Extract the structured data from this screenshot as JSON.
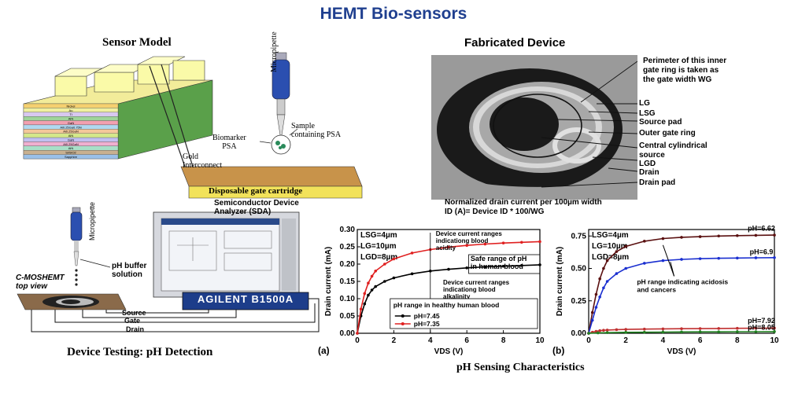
{
  "title": "HEMT Bio-sensors",
  "sensor_model": {
    "heading": "Sensor Model",
    "layers": [
      "Nickel",
      "Au",
      "Ti",
      "AlN",
      "GaN",
      "Al0.25Ga0.75N",
      "Al0.25GaN",
      "AlN",
      "GaN",
      "Al0.25GaN",
      "AlN",
      "Si/SiO2",
      "Sapphire"
    ],
    "pipette_label": "Micropipette",
    "biomarker": "Biomarker\nPSA",
    "sample": "Sample\ncontaining PSA",
    "gold": "Gold\nInterconnect",
    "cartridge": "Disposable gate cartridge"
  },
  "fabricated": {
    "heading": "Fabricated Device",
    "callouts": [
      "Perimeter of this inner gate ring is taken as the gate width WG",
      "LG",
      "LSG",
      "Source pad",
      "Outer gate ring",
      "Central cylindrical source",
      "LGD",
      "Drain",
      "Drain pad"
    ],
    "norm_line1": "Normalized drain current per 100µm width",
    "norm_line2": "ID (A)= Device ID * 100/WG"
  },
  "testing": {
    "heading": "Device Testing: pH Detection",
    "sda_label": "Semiconductor Device\nAnalyzer (SDA)",
    "agilent": "AGILENT B1500A",
    "pipette_label": "Micropipette",
    "buffer": "pH buffer\nsolution",
    "cmos": "C-MOSHEMT\ntop view",
    "wires": [
      "Source",
      "Gate",
      "Drain"
    ]
  },
  "ph_heading": "pH Sensing Characteristics",
  "chart_data": [
    {
      "type": "line",
      "panel": "(a)",
      "xlabel": "VDS (V)",
      "ylabel": "Drain current (mA)",
      "xlim": [
        0,
        10
      ],
      "ylim": [
        0,
        0.3
      ],
      "xticks": [
        0,
        2,
        4,
        6,
        8,
        10
      ],
      "yticks": [
        0.0,
        0.05,
        0.1,
        0.15,
        0.2,
        0.25,
        0.3
      ],
      "params": [
        "LSG=4µm",
        "LG=10µm",
        "LGD=8µm"
      ],
      "series": [
        {
          "name": "pH=7.45",
          "color": "#000000",
          "x": [
            0,
            0.2,
            0.4,
            0.6,
            0.8,
            1,
            1.5,
            2,
            3,
            4,
            5,
            6,
            7,
            8,
            9,
            10
          ],
          "y": [
            0,
            0.05,
            0.085,
            0.11,
            0.125,
            0.135,
            0.15,
            0.16,
            0.172,
            0.18,
            0.185,
            0.189,
            0.192,
            0.194,
            0.196,
            0.198
          ]
        },
        {
          "name": "pH=7.35",
          "color": "#e02020",
          "x": [
            0,
            0.2,
            0.4,
            0.6,
            0.8,
            1,
            1.5,
            2,
            3,
            4,
            5,
            6,
            7,
            8,
            9,
            10
          ],
          "y": [
            0,
            0.07,
            0.115,
            0.145,
            0.165,
            0.18,
            0.2,
            0.215,
            0.232,
            0.242,
            0.249,
            0.254,
            0.258,
            0.261,
            0.263,
            0.265
          ]
        }
      ],
      "annotations": [
        "Device current ranges\nindicationg blood\nacidity",
        "Safe range of pH\nin human blood",
        "Device current ranges\nindicationg blood\nalkalinity"
      ],
      "legend_title": "pH range in healthy human blood"
    },
    {
      "type": "line",
      "panel": "(b)",
      "xlabel": "VDS (V)",
      "ylabel": "Drain current (mA)",
      "xlim": [
        0,
        10
      ],
      "ylim": [
        0,
        0.8
      ],
      "xticks": [
        0,
        2,
        4,
        6,
        8,
        10
      ],
      "yticks": [
        0.0,
        0.25,
        0.5,
        0.75
      ],
      "params": [
        "LSG=4µm",
        "LG=10µm",
        "LGD=8µm"
      ],
      "series": [
        {
          "name": "pH=6.62",
          "color": "#5a1010",
          "x": [
            0,
            0.2,
            0.4,
            0.6,
            0.8,
            1,
            1.5,
            2,
            3,
            4,
            5,
            6,
            7,
            8,
            9,
            10
          ],
          "y": [
            0,
            0.16,
            0.3,
            0.42,
            0.5,
            0.56,
            0.63,
            0.67,
            0.71,
            0.73,
            0.74,
            0.745,
            0.75,
            0.753,
            0.755,
            0.757
          ]
        },
        {
          "name": "pH=6.9",
          "color": "#1a2fd0",
          "x": [
            0,
            0.2,
            0.4,
            0.6,
            0.8,
            1,
            1.5,
            2,
            3,
            4,
            5,
            6,
            7,
            8,
            9,
            10
          ],
          "y": [
            0,
            0.1,
            0.2,
            0.28,
            0.35,
            0.4,
            0.46,
            0.5,
            0.54,
            0.56,
            0.57,
            0.575,
            0.578,
            0.58,
            0.582,
            0.583
          ]
        },
        {
          "name": "pH=7.92",
          "color": "#c03030",
          "x": [
            0,
            0.2,
            0.4,
            0.6,
            0.8,
            1,
            1.5,
            2,
            3,
            4,
            5,
            6,
            7,
            8,
            9,
            10
          ],
          "y": [
            0,
            0.008,
            0.015,
            0.02,
            0.023,
            0.025,
            0.028,
            0.03,
            0.032,
            0.034,
            0.035,
            0.036,
            0.037,
            0.038,
            0.039,
            0.04
          ]
        },
        {
          "name": "pH=8.05",
          "color": "#208020",
          "x": [
            0,
            0.5,
            1,
            2,
            3,
            4,
            5,
            6,
            7,
            8,
            9,
            10
          ],
          "y": [
            0,
            0.003,
            0.005,
            0.007,
            0.008,
            0.009,
            0.01,
            0.011,
            0.011,
            0.012,
            0.012,
            0.013
          ]
        }
      ],
      "annotations": [
        "pH range indicating acidosis\nand cancers"
      ]
    }
  ]
}
